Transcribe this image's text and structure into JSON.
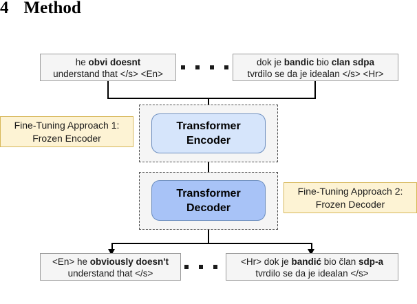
{
  "heading": {
    "number": "4",
    "title": "Method"
  },
  "inputs": {
    "english": {
      "line1_plain_a": "he ",
      "line1_bold": "obvi doesnt",
      "line2": "understand that </s> <En>"
    },
    "croatian": {
      "line1_plain_a": "dok je ",
      "line1_bold_a": "bandic",
      "line1_plain_b": " bio ",
      "line1_bold_b": "clan sdpa",
      "line2": "tvrdilo se da je idealan </s> <Hr>"
    }
  },
  "outputs": {
    "english": {
      "line1_plain_a": "<En> he ",
      "line1_bold": "obviously doesn't",
      "line2": "understand that </s>"
    },
    "croatian": {
      "line1_plain_a": "<Hr> dok je ",
      "line1_bold_a": "bandić",
      "line1_plain_b": " bio član ",
      "line1_bold_b": "sdp-a",
      "line2": "tvrdilo se da je idealan </s>"
    }
  },
  "modules": {
    "encoder": {
      "line1": "Transformer",
      "line2": "Encoder"
    },
    "decoder": {
      "line1": "Transformer",
      "line2": "Decoder"
    }
  },
  "annotations": {
    "approach1": {
      "line1": "Fine-Tuning Approach 1:",
      "line2": "Frozen Encoder"
    },
    "approach2": {
      "line1": "Fine-Tuning Approach 2:",
      "line2": "Frozen Decoder"
    }
  },
  "ellipsis": {
    "dot_count": 4
  },
  "colors": {
    "encoder_fill": "#d6e5fb",
    "decoder_fill": "#a8c3f7",
    "module_border": "#6c8ebf",
    "annotation_fill": "#fdf3d4",
    "annotation_border": "#d6b656",
    "textbox_fill": "#f5f5f5",
    "textbox_border": "#9a9a9a",
    "connector": "#000000",
    "page_background": "#ffffff"
  }
}
